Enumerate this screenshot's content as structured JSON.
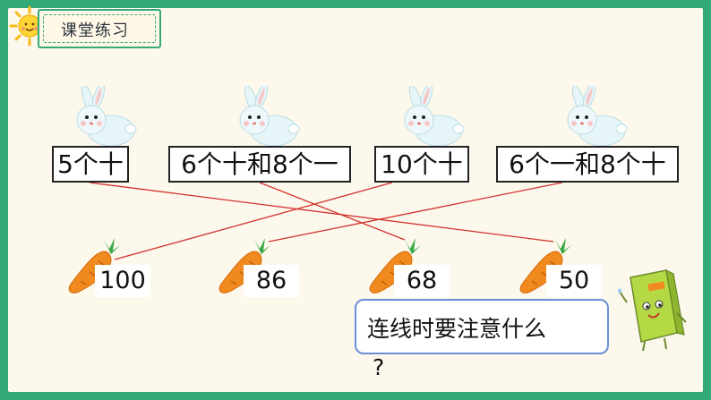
{
  "section_title": "课堂练习",
  "labels": [
    "5个十",
    "6个十和8个一",
    "10个十",
    "6个一和8个十"
  ],
  "numbers": [
    "100",
    "86",
    "68",
    "50"
  ],
  "question": {
    "text": "连线时要注意什么",
    "mark": "?"
  },
  "colors": {
    "frame": "#34a97a",
    "board": "#fdf8ec",
    "match_line": "#d2322d"
  },
  "icons": [
    "sun-icon",
    "rabbit-icon",
    "carrot-icon",
    "book-mascot-icon"
  ]
}
